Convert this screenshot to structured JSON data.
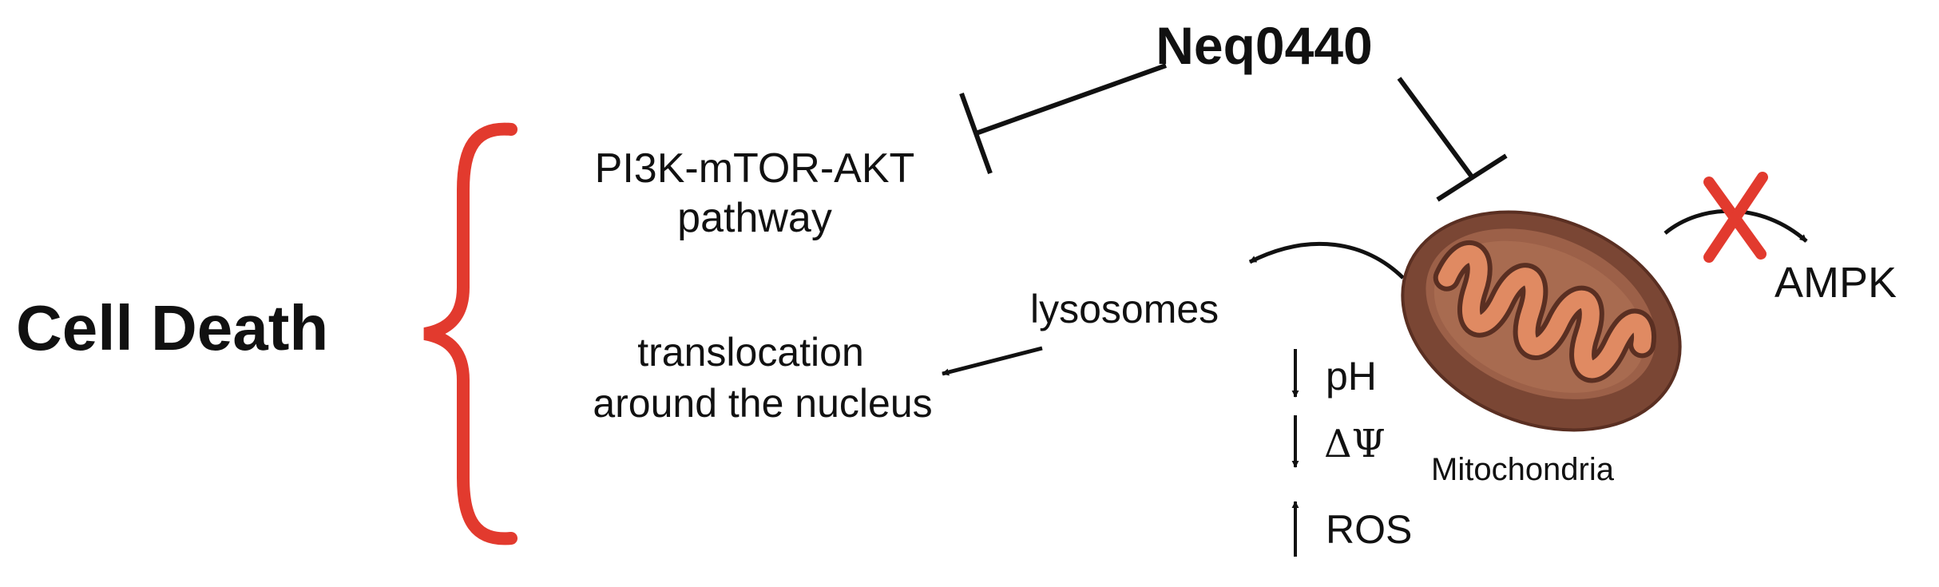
{
  "drug": "Neq0440",
  "outcome": "Cell Death",
  "pathway": {
    "line1": "PI3K-mTOR-AKT",
    "line2": "pathway"
  },
  "lysosomes": "lysosomes",
  "translocation": {
    "line1": "translocation",
    "line2": "around the nucleus"
  },
  "mitochondria": "Mitochondria",
  "ampk": "AMPK",
  "indicators": [
    {
      "label": "pH",
      "direction": "down"
    },
    {
      "label": "ΔΨ",
      "direction": "down"
    },
    {
      "label": "ROS",
      "direction": "up"
    }
  ],
  "colors": {
    "brace": "#e23a2e",
    "cross": "#e23a2e",
    "mito_outer": "#7a4634",
    "mito_rim": "#9c6048",
    "mito_inner": "#a86b50",
    "cristae": "#e08a62",
    "ink": "#111111"
  }
}
